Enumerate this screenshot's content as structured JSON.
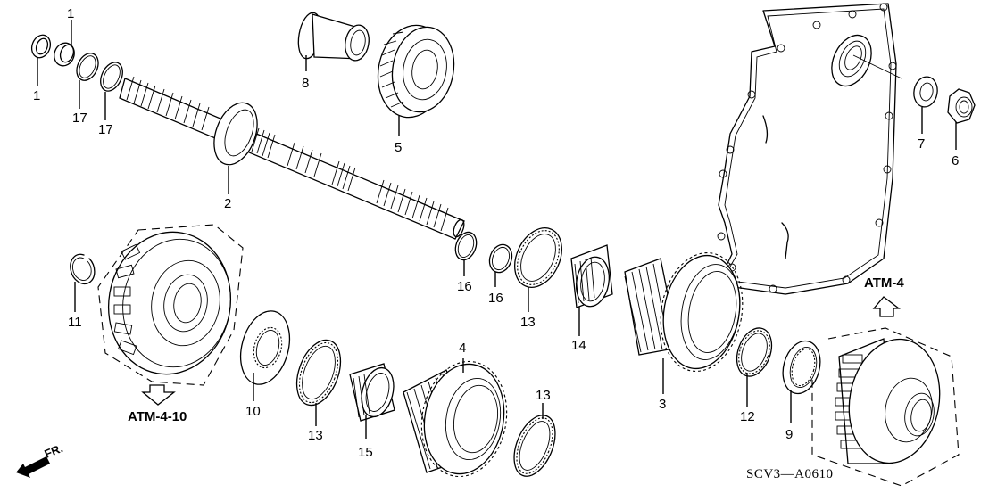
{
  "diagram": {
    "type": "exploded-parts-diagram",
    "diagram_code": "SCV3—A0610",
    "direction_indicator": "FR.",
    "references": [
      {
        "id": "ref-atm4",
        "label": "ATM-4",
        "arrow": "up"
      },
      {
        "id": "ref-atm410",
        "label": "ATM-4-10",
        "arrow": "down"
      }
    ],
    "callouts": [
      {
        "number": "1",
        "part": "snap ring / collar (upper)"
      },
      {
        "number": "1",
        "part": "snap ring / collar (lower)"
      },
      {
        "number": "17",
        "part": "thrust washer (a)"
      },
      {
        "number": "17",
        "part": "thrust washer (b)"
      },
      {
        "number": "2",
        "part": "shaft"
      },
      {
        "number": "8",
        "part": "sleeve / collar"
      },
      {
        "number": "5",
        "part": "helical gear"
      },
      {
        "number": "7",
        "part": "washer"
      },
      {
        "number": "6",
        "part": "lock nut"
      },
      {
        "number": "16",
        "part": "thrust shim (a)"
      },
      {
        "number": "16",
        "part": "thrust shim (b)"
      },
      {
        "number": "13",
        "part": "thrust needle bearing (upper)"
      },
      {
        "number": "14",
        "part": "needle bearing"
      },
      {
        "number": "11",
        "part": "snap ring"
      },
      {
        "number": "10",
        "part": "splined thrust washer"
      },
      {
        "number": "13",
        "part": "thrust needle bearing (middle)"
      },
      {
        "number": "15",
        "part": "needle bearing"
      },
      {
        "number": "4",
        "part": "gear"
      },
      {
        "number": "13",
        "part": "thrust needle bearing (lower)"
      },
      {
        "number": "3",
        "part": "gear / hub"
      },
      {
        "number": "12",
        "part": "thrust needle bearing"
      },
      {
        "number": "9",
        "part": "splined washer"
      }
    ]
  }
}
